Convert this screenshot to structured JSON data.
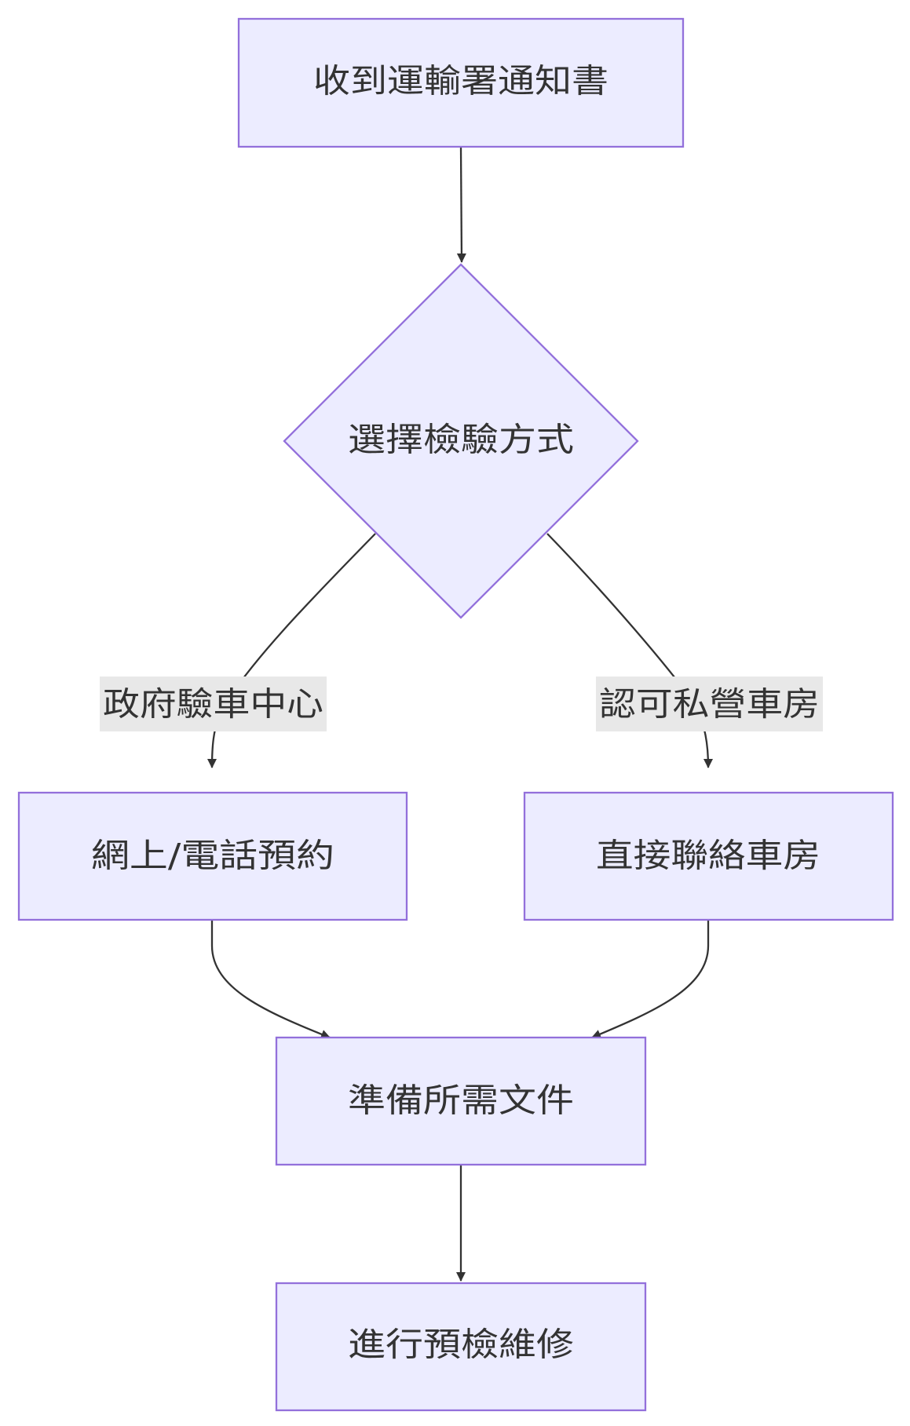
{
  "nodes": {
    "receive_notice": "收到運輸署通知書",
    "choose_method": "選擇檢驗方式",
    "online_phone_booking": "網上/電話預約",
    "contact_garage": "直接聯絡車房",
    "prepare_documents": "準備所需文件",
    "pre_inspection_repair": "進行預檢維修"
  },
  "edges": {
    "gov_centre": "政府驗車中心",
    "private_garage": "認可私營車房"
  },
  "colors": {
    "node_fill": "#ECECFF",
    "node_stroke": "#9370DB",
    "edge_stroke": "#333333",
    "label_bg": "#E8E8E8",
    "text": "#333333"
  }
}
